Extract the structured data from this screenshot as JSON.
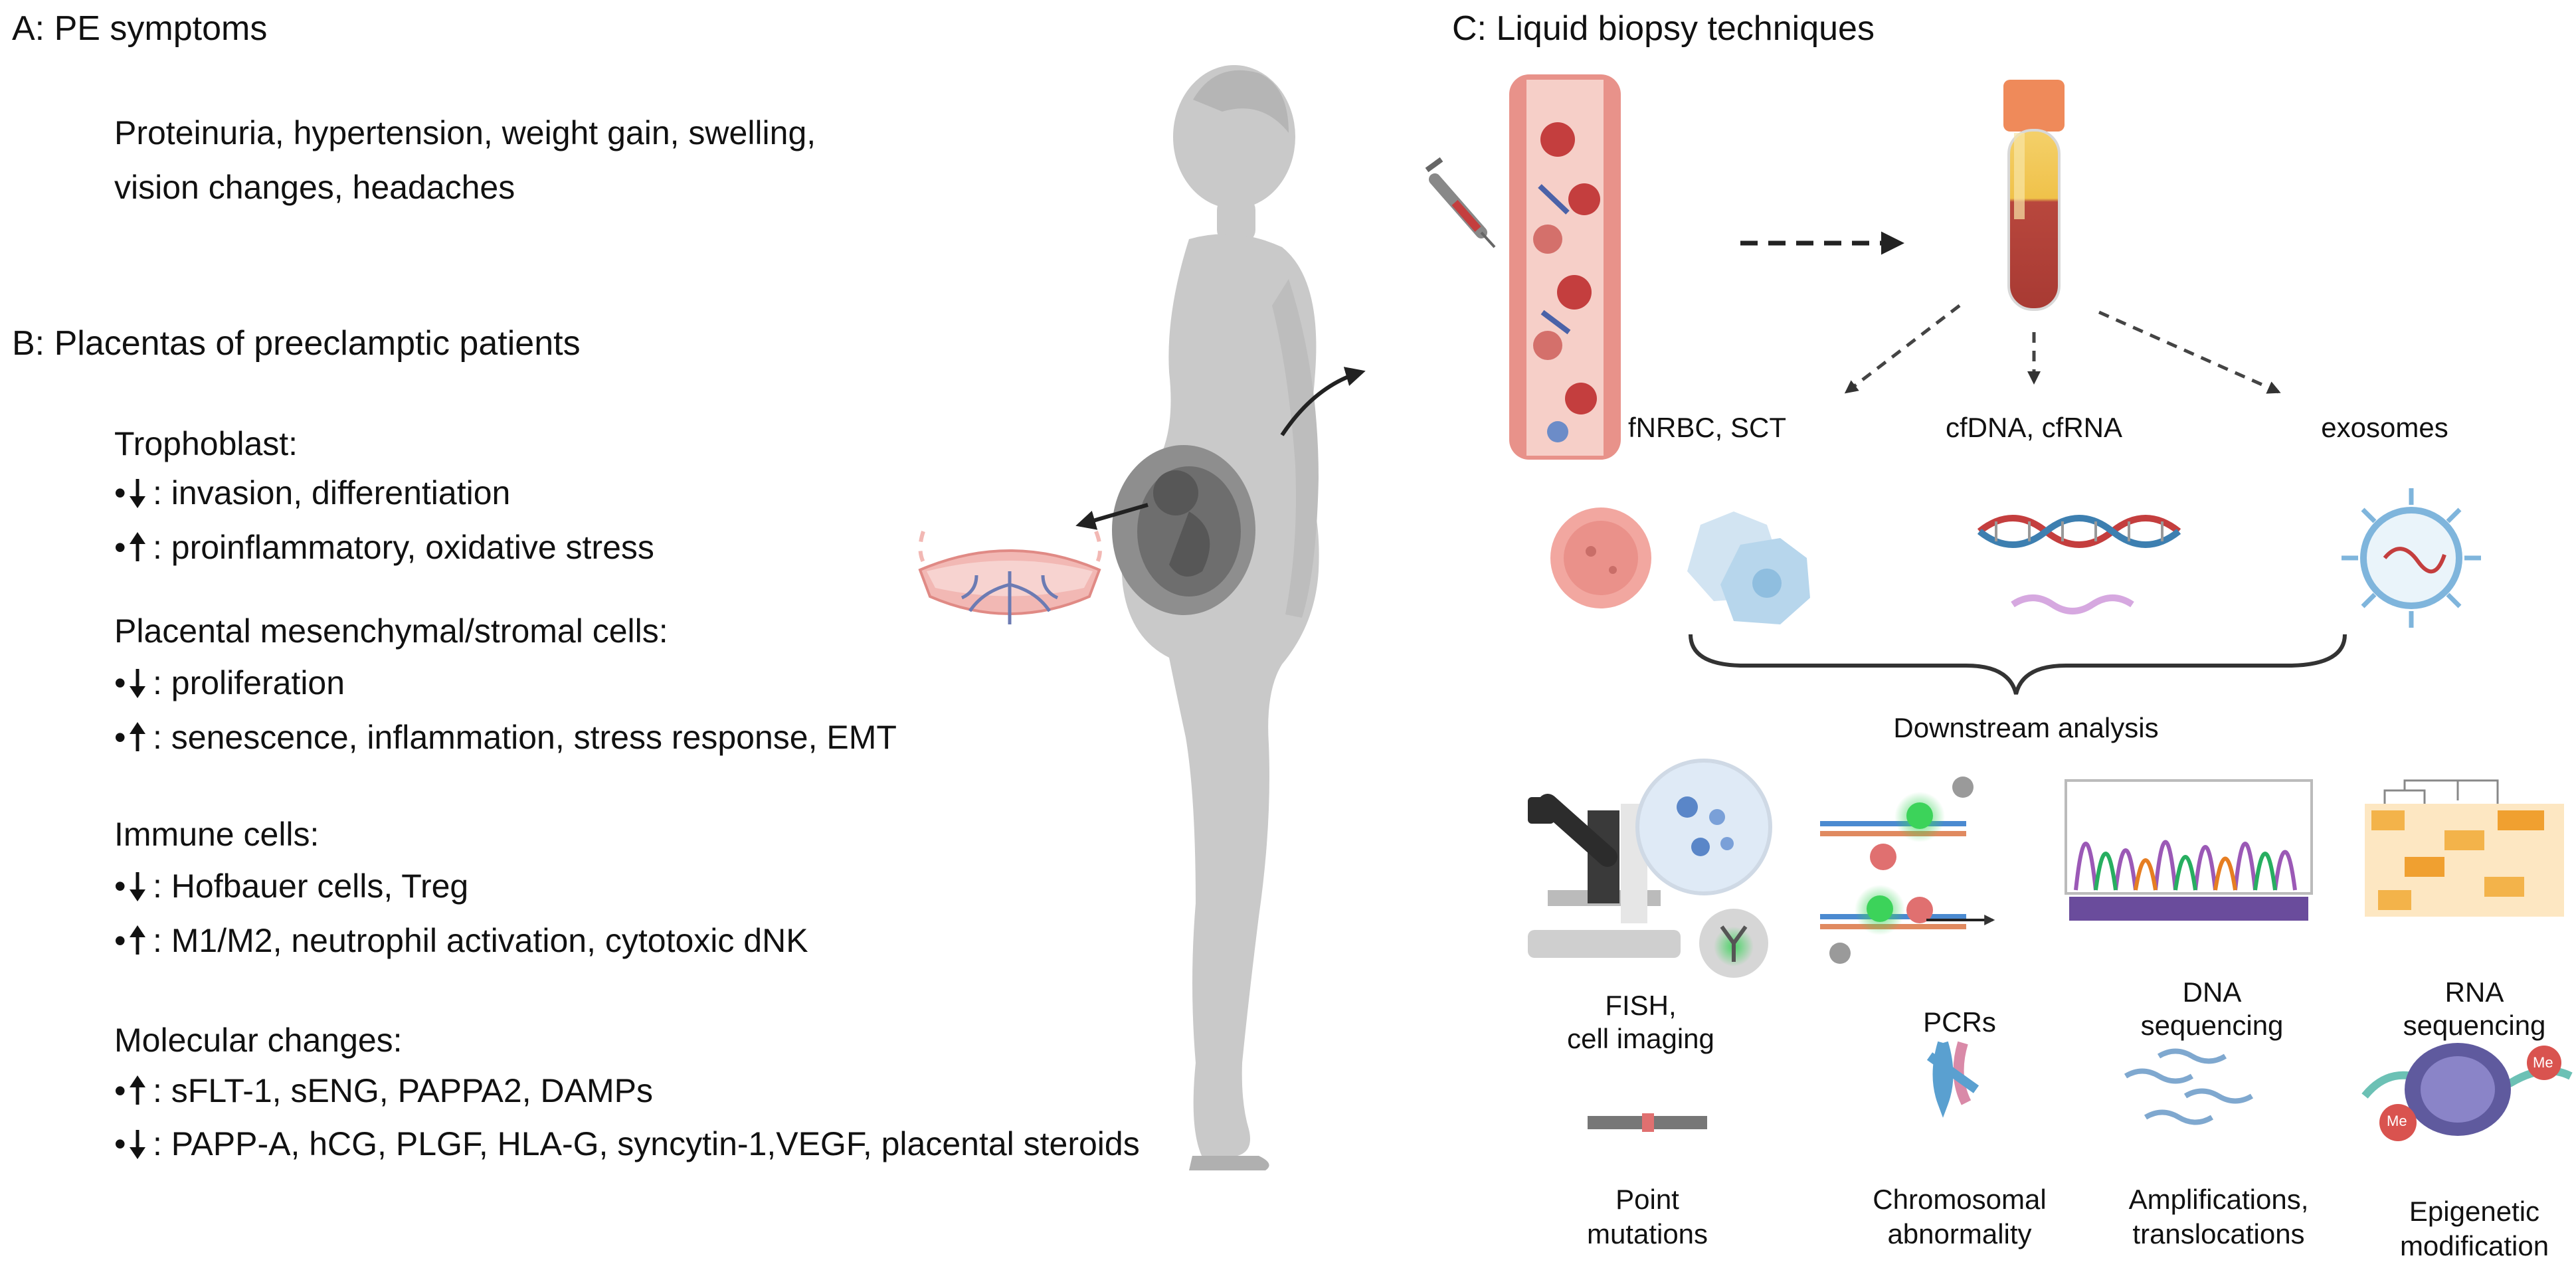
{
  "panel_a": {
    "heading": "A: PE symptoms",
    "symptoms_line1": "Proteinuria, hypertension, weight gain, swelling,",
    "symptoms_line2": "vision changes, headaches"
  },
  "panel_b": {
    "heading": "B: Placentas of preeclamptic patients",
    "groups": [
      {
        "title": "Trophoblast:",
        "items": [
          {
            "direction": "down",
            "text": ": invasion, differentiation"
          },
          {
            "direction": "up",
            "text": ": proinflammatory, oxidative stress"
          }
        ]
      },
      {
        "title": "Placental mesenchymal/stromal cells:",
        "items": [
          {
            "direction": "down",
            "text": ": proliferation"
          },
          {
            "direction": "up",
            "text": ": senescence, inflammation, stress response, EMT"
          }
        ]
      },
      {
        "title": "Immune cells:",
        "items": [
          {
            "direction": "down",
            "text": ": Hofbauer cells, Treg"
          },
          {
            "direction": "up",
            "text": ": M1/M2, neutrophil activation, cytotoxic dNK"
          }
        ]
      },
      {
        "title": "Molecular changes:",
        "items": [
          {
            "direction": "up",
            "text": ": sFLT-1, sENG, PAPPA2, DAMPs"
          },
          {
            "direction": "down",
            "text": ": PAPP-A, hCG, PLGF, HLA-G, syncytin-1,VEGF, placental steroids"
          }
        ]
      }
    ]
  },
  "panel_c": {
    "heading": "C: Liquid biopsy techniques",
    "sources": [
      "fNRBC, SCT",
      "cfDNA, cfRNA",
      "exosomes"
    ],
    "downstream_label": "Downstream analysis",
    "methods": [
      {
        "line1": "FISH,",
        "line2": "cell imaging"
      },
      {
        "line1": "PCRs",
        "line2": ""
      },
      {
        "line1": "DNA",
        "line2": "sequencing"
      },
      {
        "line1": "RNA",
        "line2": "sequencing"
      }
    ],
    "outcomes": [
      {
        "line1": "Point",
        "line2": "mutations"
      },
      {
        "line1": "Chromosomal",
        "line2": "abnormality"
      },
      {
        "line1": "Amplifications,",
        "line2": "translocations"
      },
      {
        "line1": "Epigenetic",
        "line2": "modification"
      }
    ],
    "methylation_mark": "Me"
  },
  "colors": {
    "silhouette": "#c9c9c9",
    "blood": "#b8473d",
    "vessel": "#e8928a",
    "accent_green": "#3cd35a",
    "heatmap_orange": "#f3b34a",
    "dna_blue": "#3d7fb0"
  }
}
